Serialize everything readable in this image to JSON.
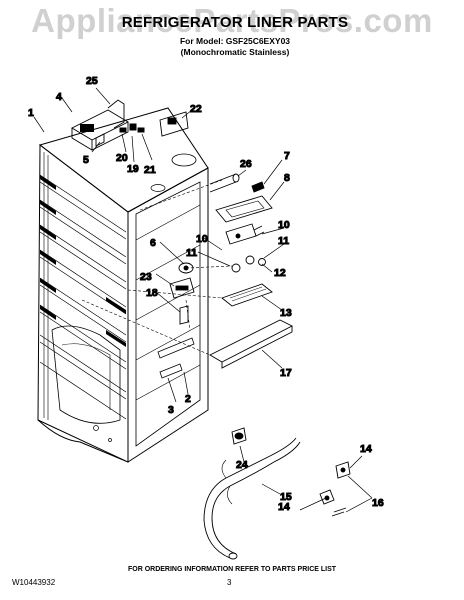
{
  "watermark": "AppliancePartsPros.com",
  "header": {
    "title": "REFRIGERATOR LINER PARTS",
    "model_line": "For Model: GSF25C6EXY03",
    "variant_line": "(Monochromatic Stainless)"
  },
  "callouts": [
    "1",
    "2",
    "3",
    "4",
    "5",
    "6",
    "7",
    "8",
    "10",
    "10",
    "11",
    "11",
    "12",
    "13",
    "14",
    "14",
    "15",
    "16",
    "17",
    "18",
    "19",
    "20",
    "21",
    "22",
    "23",
    "24",
    "25",
    "26"
  ],
  "footer": {
    "doc_number": "W10443932",
    "ordering_note": "FOR ORDERING INFORMATION REFER TO PARTS PRICE LIST",
    "page_number": "3"
  }
}
